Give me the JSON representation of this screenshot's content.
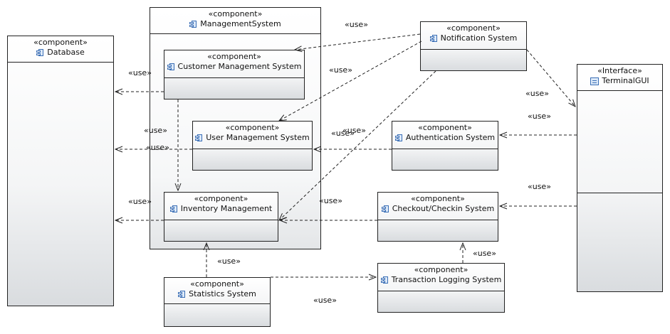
{
  "stereotypes": {
    "component": "«component»",
    "interface": "«Interface»"
  },
  "nodes": {
    "database": {
      "name": "Database"
    },
    "management_system": {
      "name": "ManagementSystem"
    },
    "customer_mgmt": {
      "name": "Customer Management System"
    },
    "user_mgmt": {
      "name": "User Management System"
    },
    "inventory_mgmt": {
      "name": "Inventory Management"
    },
    "notification": {
      "name": "Notification System"
    },
    "authentication": {
      "name": "Authentication System"
    },
    "checkout": {
      "name": "Checkout/Checkin System"
    },
    "transaction_logging": {
      "name": "Transaction Logging System"
    },
    "statistics": {
      "name": "Statistics System"
    },
    "terminal_gui": {
      "name": "TerminalGUI"
    }
  },
  "edge_labels": {
    "notif_to_customer": "«use»",
    "notif_to_user": "«use»",
    "customer_to_database": "«use»",
    "customer_to_inventory": "«use»",
    "user_to_database": "«use»",
    "auth_to_user_a": "«use»",
    "auth_to_user_b": "«use»",
    "inventory_to_database": "«use»",
    "checkout_to_inventory": "«use»",
    "notif_to_terminal": "«use»",
    "terminal_to_auth": "«use»",
    "terminal_to_checkout": "«use»",
    "translog_to_checkout": "«use»",
    "statistics_to_inventory": "«use»",
    "statistics_to_translog": "«use»"
  },
  "colors": {
    "line": "#222222",
    "icon_blue": "#3b6fb6"
  }
}
